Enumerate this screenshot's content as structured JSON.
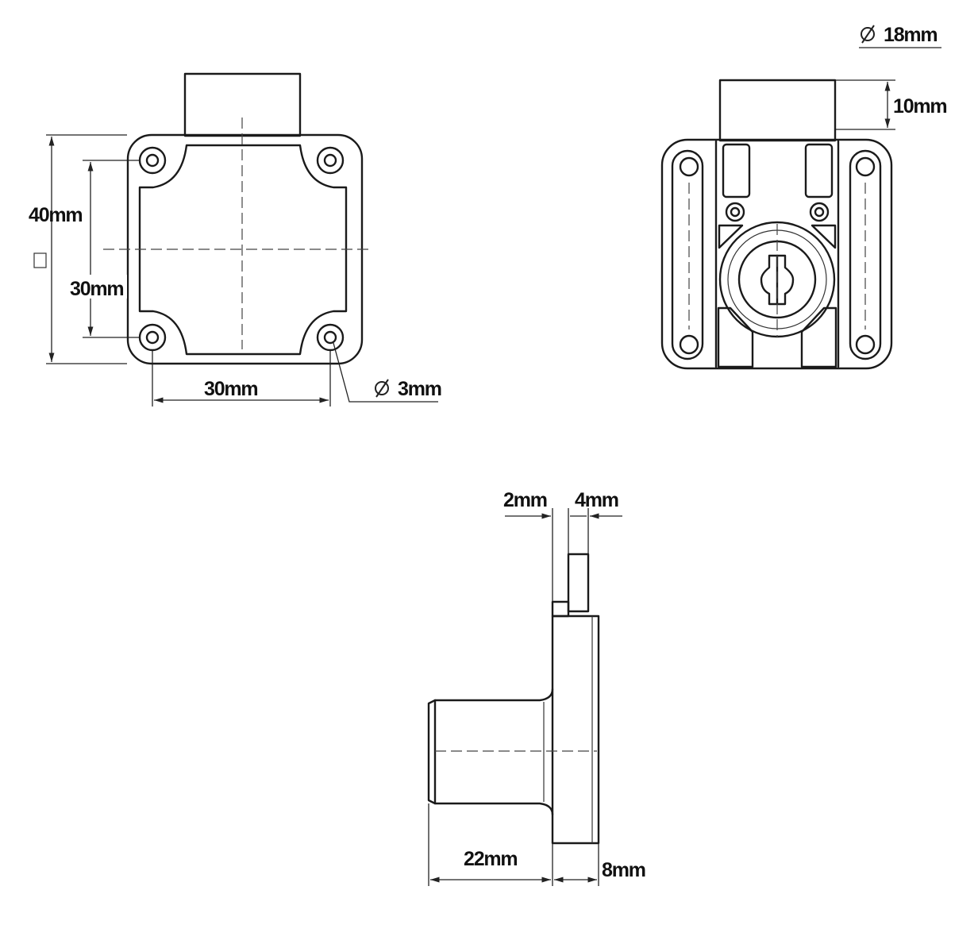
{
  "labels": {
    "front_height": "40mm",
    "front_inner_height": "30mm",
    "front_width": "30mm",
    "hole_diameter": "3mm",
    "cylinder_diameter": "18mm",
    "cylinder_height": "10mm",
    "bolt_offset": "2mm",
    "bolt_thickness": "4mm",
    "cylinder_length": "22mm",
    "body_depth": "8mm"
  },
  "colors": {
    "line": "#1a1a1a",
    "background": "#ffffff"
  },
  "icons": {
    "diameter_symbol": "diameter-icon"
  }
}
